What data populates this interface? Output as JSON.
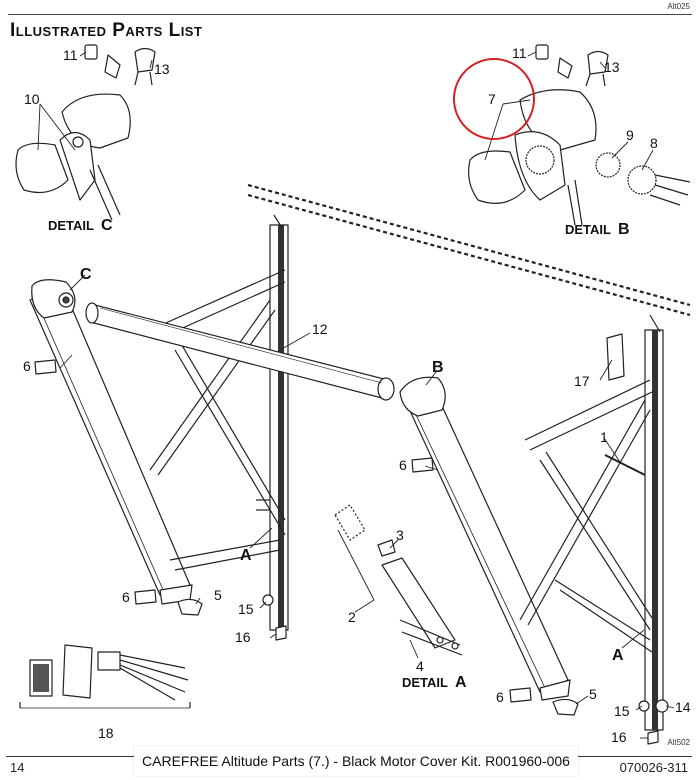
{
  "header": {
    "title": "Illustrated Parts List",
    "doc_code_top": "Alt025",
    "doc_code_bottom": "Alt502"
  },
  "callouts": {
    "c1": "1",
    "c2": "2",
    "c3": "3",
    "c4": "4",
    "c5a": "5",
    "c5b": "5",
    "c6a": "6",
    "c6b": "6",
    "c6c": "6",
    "c6d": "6",
    "c7": "7",
    "c8": "8",
    "c9": "9",
    "c10": "10",
    "c11a": "11",
    "c11b": "11",
    "c12": "12",
    "c13a": "13",
    "c13b": "13",
    "c14": "14",
    "c15a": "15",
    "c15b": "15",
    "c16a": "16",
    "c16b": "16",
    "c17": "17",
    "c18": "18",
    "la": "A",
    "la2": "A",
    "lb": "B",
    "lc": "C"
  },
  "details": {
    "detail_word": "DETAIL",
    "a": "A",
    "b": "B",
    "c": "C"
  },
  "footer": {
    "page_number": "14",
    "doc_number": "070026-311",
    "caption": "CAREFREE Altitude Parts (7.) - Black Motor Cover Kit. R001960-006"
  },
  "colors": {
    "highlight_circle": "#d62020",
    "line_art": "#222222"
  }
}
